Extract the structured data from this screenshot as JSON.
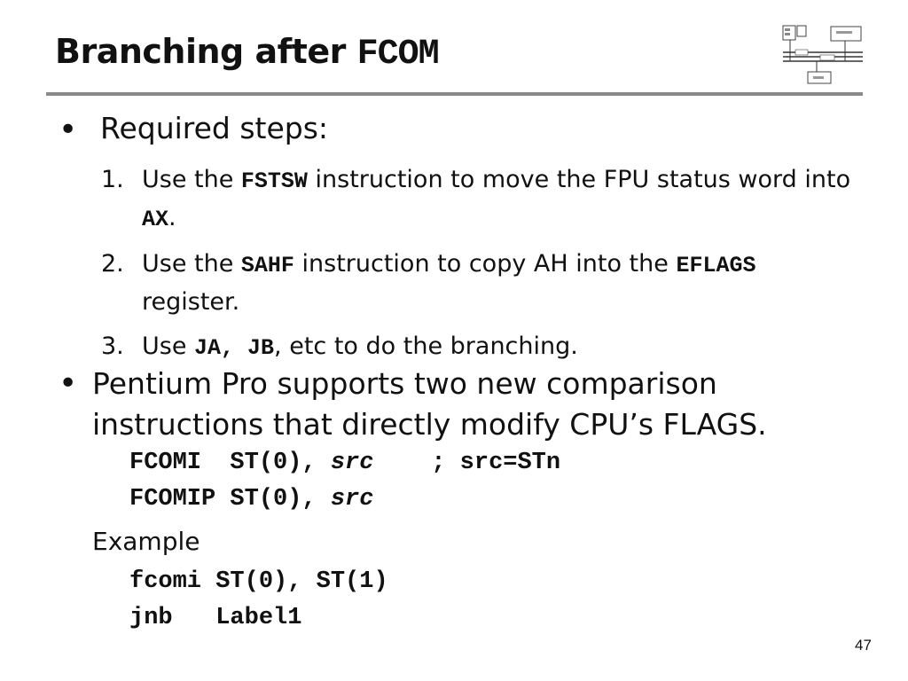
{
  "title": {
    "prefix": "Branching after ",
    "code": "FCOM"
  },
  "bullet_glyph": "•",
  "section1": {
    "heading": "Required steps:",
    "steps": [
      {
        "number": "1.",
        "pre": "Use the ",
        "code": "FSTSW",
        "mid": " instruction to move the FPU status word into ",
        "code2": "AX",
        "post": "."
      },
      {
        "number": "2.",
        "pre": "Use the ",
        "code": "SAHF",
        "mid": " instruction to copy AH into the ",
        "code2": "EFLAGS",
        "post": " register."
      },
      {
        "number": "3.",
        "pre": "Use ",
        "code": "JA, JB",
        "post": ", etc to do the branching."
      }
    ]
  },
  "section2": {
    "text": "Pentium Pro supports two new comparison instructions that directly modify CPU’s FLAGS.",
    "code_lines": [
      {
        "before": "FCOMI  ST(0), ",
        "italic": "src",
        "after": "    ; src=STn"
      },
      {
        "before": "FCOMIP ST(0), ",
        "italic": "src",
        "after": ""
      }
    ],
    "example_label": "Example",
    "example_lines": [
      "fcomi ST(0), ST(1)",
      "jnb   Label1"
    ]
  },
  "page_number": "47",
  "logo": {
    "icon": "computer-architecture-diagram-icon"
  }
}
